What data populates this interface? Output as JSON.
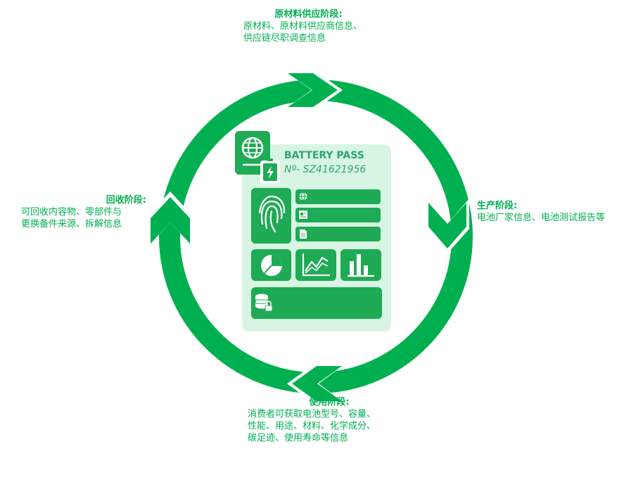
{
  "stages": {
    "raw_material": {
      "title": "原材料供应阶段:",
      "body": "原材料、原材料供应商信息、\n供应链尽职调查信息"
    },
    "production": {
      "title": "生产阶段:",
      "body": "电池厂家信息、电池测试报告等"
    },
    "use": {
      "title": "使用阶段:",
      "body": "消费者可获取电池型号、容量、\n性能、用途、材料、化学成分、\n碳足迹、使用寿命等信息"
    },
    "recycling": {
      "title": "回收阶段:",
      "body": "可回收内容物、零部件与\n更换备件来源、拆解信息"
    }
  },
  "passport": {
    "title": "BATTERY PASS",
    "number": "Nº- SZ41621956"
  },
  "colors": {
    "ring": "#00b050",
    "card_bg": "#d8f5e4",
    "tile": "#1faa55",
    "tile_dark": "#14a04c",
    "text": "#00b050",
    "pass_text": "#2fa66e"
  },
  "icons": [
    "globe-icon",
    "battery-charge-icon",
    "fingerprint-icon",
    "globe-small-icon",
    "id-card-icon",
    "document-icon",
    "pie-chart-icon",
    "line-chart-icon",
    "bar-chart-icon",
    "database-lock-icon"
  ]
}
